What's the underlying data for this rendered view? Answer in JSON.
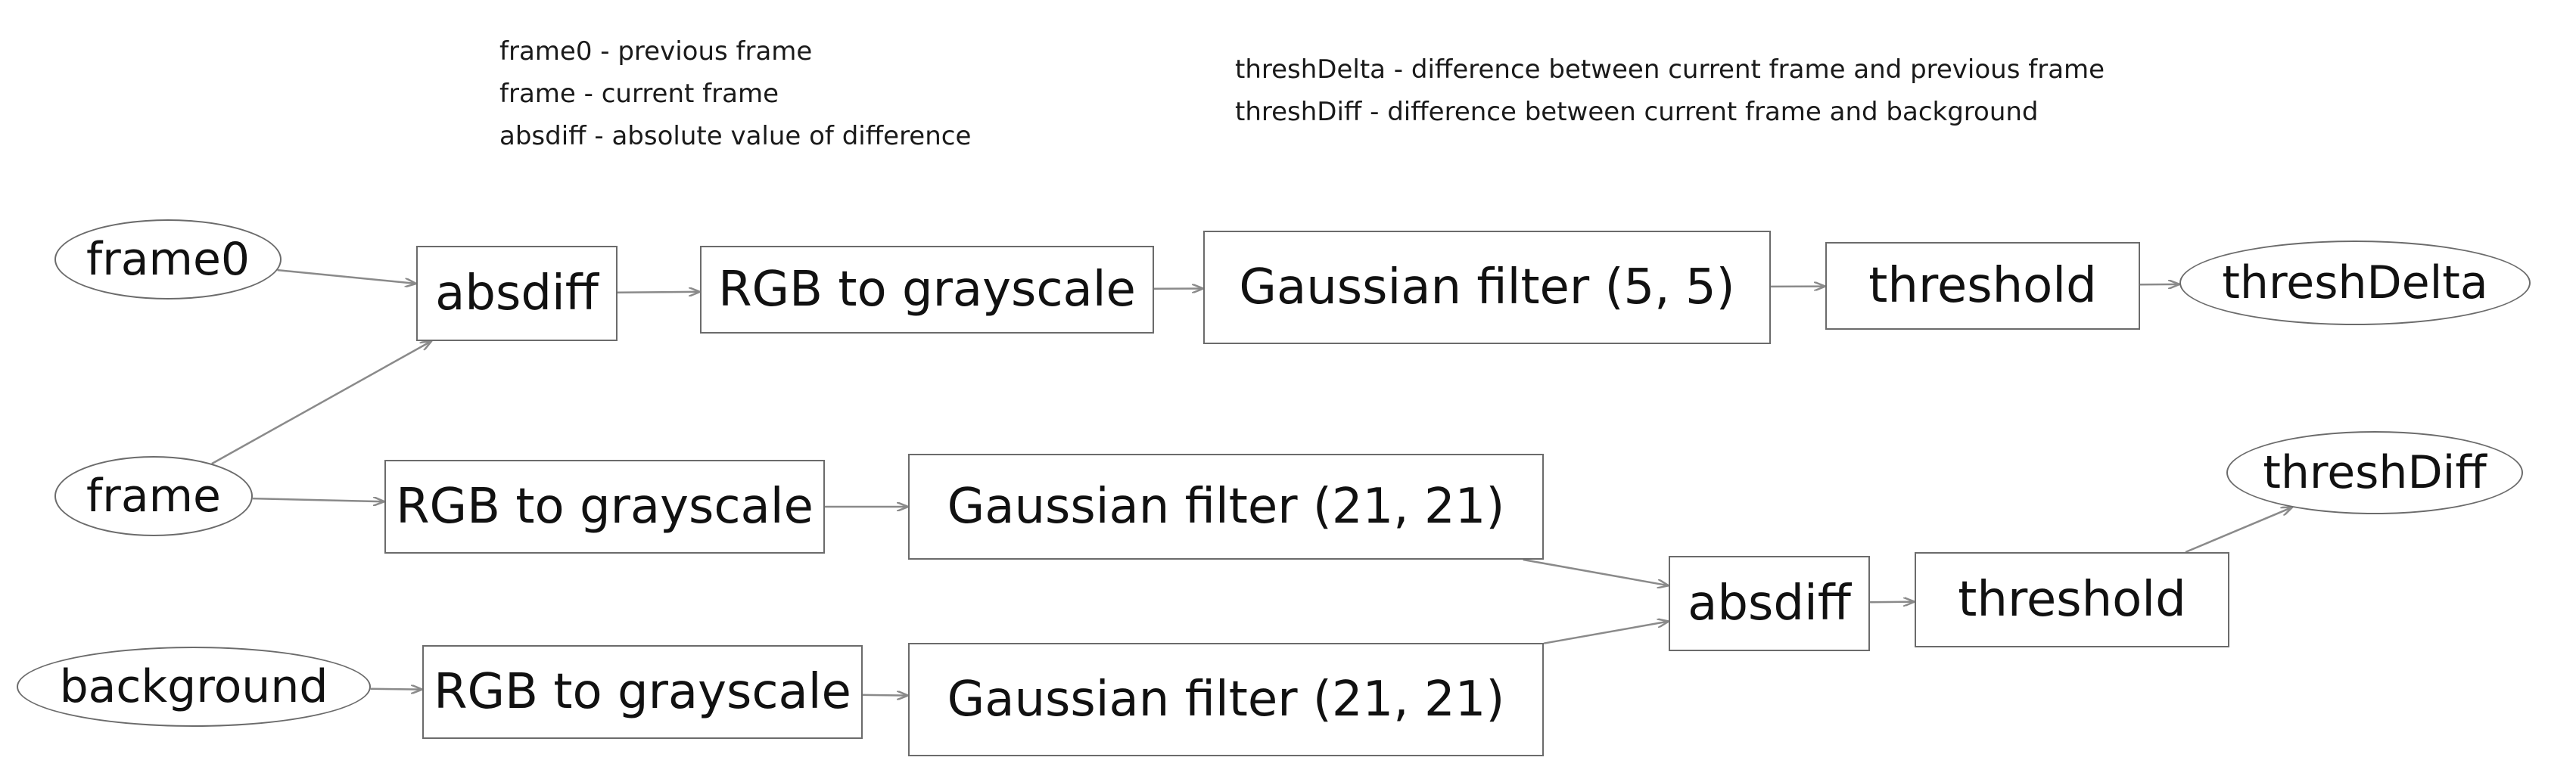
{
  "legend_left": [
    "frame0 - previous frame",
    "frame - current frame",
    "absdiff - absolute value of difference"
  ],
  "legend_right": [
    "threshDelta - difference between current frame and previous frame",
    "threshDiff - difference between current frame and background"
  ],
  "nodes": {
    "frame0": "frame0",
    "frame": "frame",
    "background": "background",
    "absdiff_top": "absdiff",
    "gray_top": "RGB to grayscale",
    "gauss_top": "Gaussian filter (5, 5)",
    "threshold_top": "threshold",
    "thresh_delta": "threshDelta",
    "gray_mid": "RGB to grayscale",
    "gauss_mid": "Gaussian filter (21, 21)",
    "gray_bottom": "RGB to grayscale",
    "gauss_bottom": "Gaussian filter (21, 21)",
    "absdiff_bottom": "absdiff",
    "threshold_bottom": "threshold",
    "thresh_diff": "threshDiff"
  },
  "edges": [
    [
      "frame0",
      "absdiff_top"
    ],
    [
      "frame",
      "absdiff_top"
    ],
    [
      "absdiff_top",
      "gray_top"
    ],
    [
      "gray_top",
      "gauss_top"
    ],
    [
      "gauss_top",
      "threshold_top"
    ],
    [
      "threshold_top",
      "thresh_delta"
    ],
    [
      "frame",
      "gray_mid"
    ],
    [
      "gray_mid",
      "gauss_mid"
    ],
    [
      "background",
      "gray_bottom"
    ],
    [
      "gray_bottom",
      "gauss_bottom"
    ],
    [
      "gauss_mid",
      "absdiff_bottom"
    ],
    [
      "gauss_bottom",
      "absdiff_bottom"
    ],
    [
      "absdiff_bottom",
      "threshold_bottom"
    ],
    [
      "threshold_bottom",
      "thresh_diff"
    ]
  ]
}
